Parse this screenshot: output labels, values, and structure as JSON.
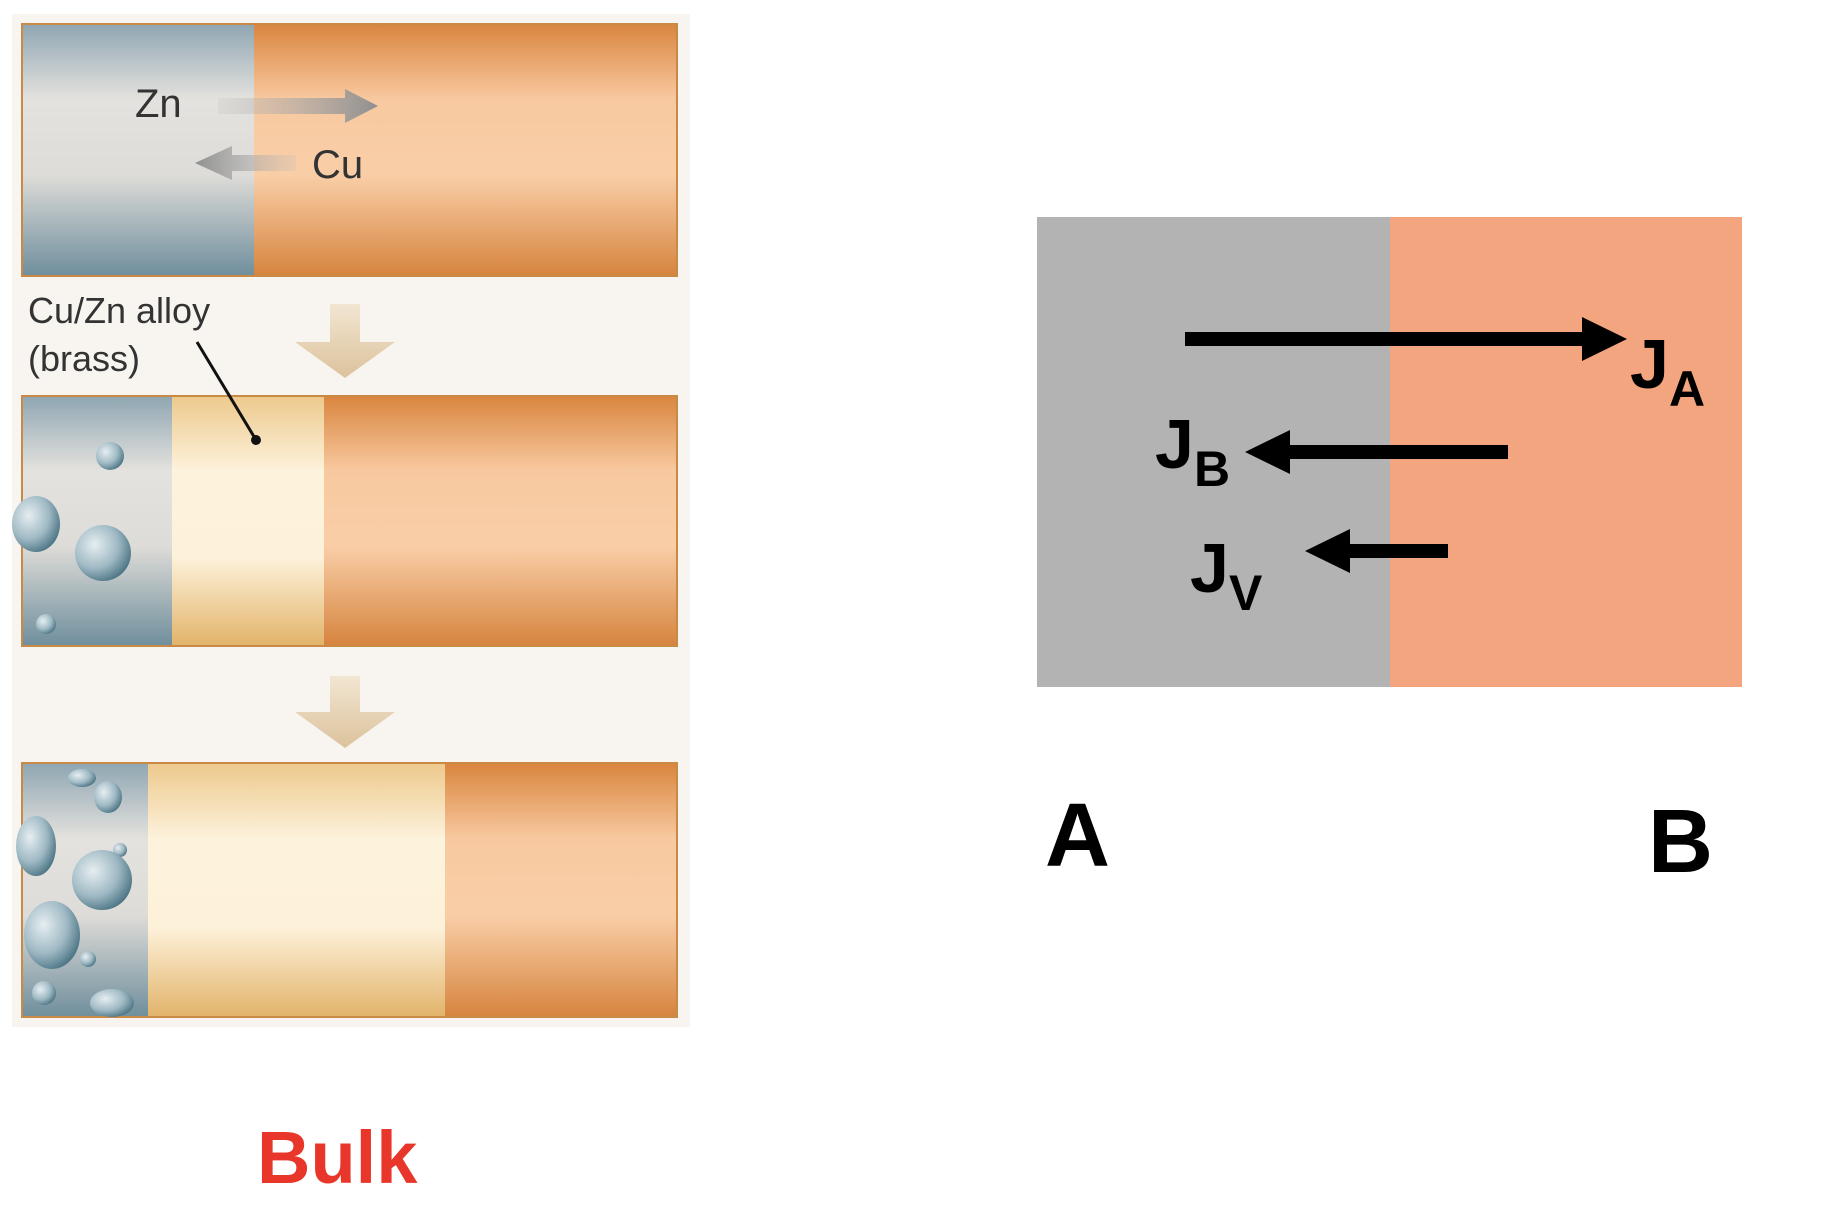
{
  "left_panel": {
    "top_bar": {
      "zn_label": "Zn",
      "cu_label": "Cu"
    },
    "alloy_callout": {
      "line1": "Cu/Zn alloy",
      "line2": "(brass)"
    },
    "caption": "Bulk"
  },
  "right_panel": {
    "flux_a_main": "J",
    "flux_a_sub": "A",
    "flux_b_main": "J",
    "flux_b_sub": "B",
    "flux_v_main": "J",
    "flux_v_sub": "V",
    "label_a": "A",
    "label_b": "B"
  },
  "colors": {
    "zinc_gray": "#b3b3b3",
    "copper": "#f2a57e",
    "caption_red": "#e8372a",
    "arrow_black": "#000000"
  }
}
